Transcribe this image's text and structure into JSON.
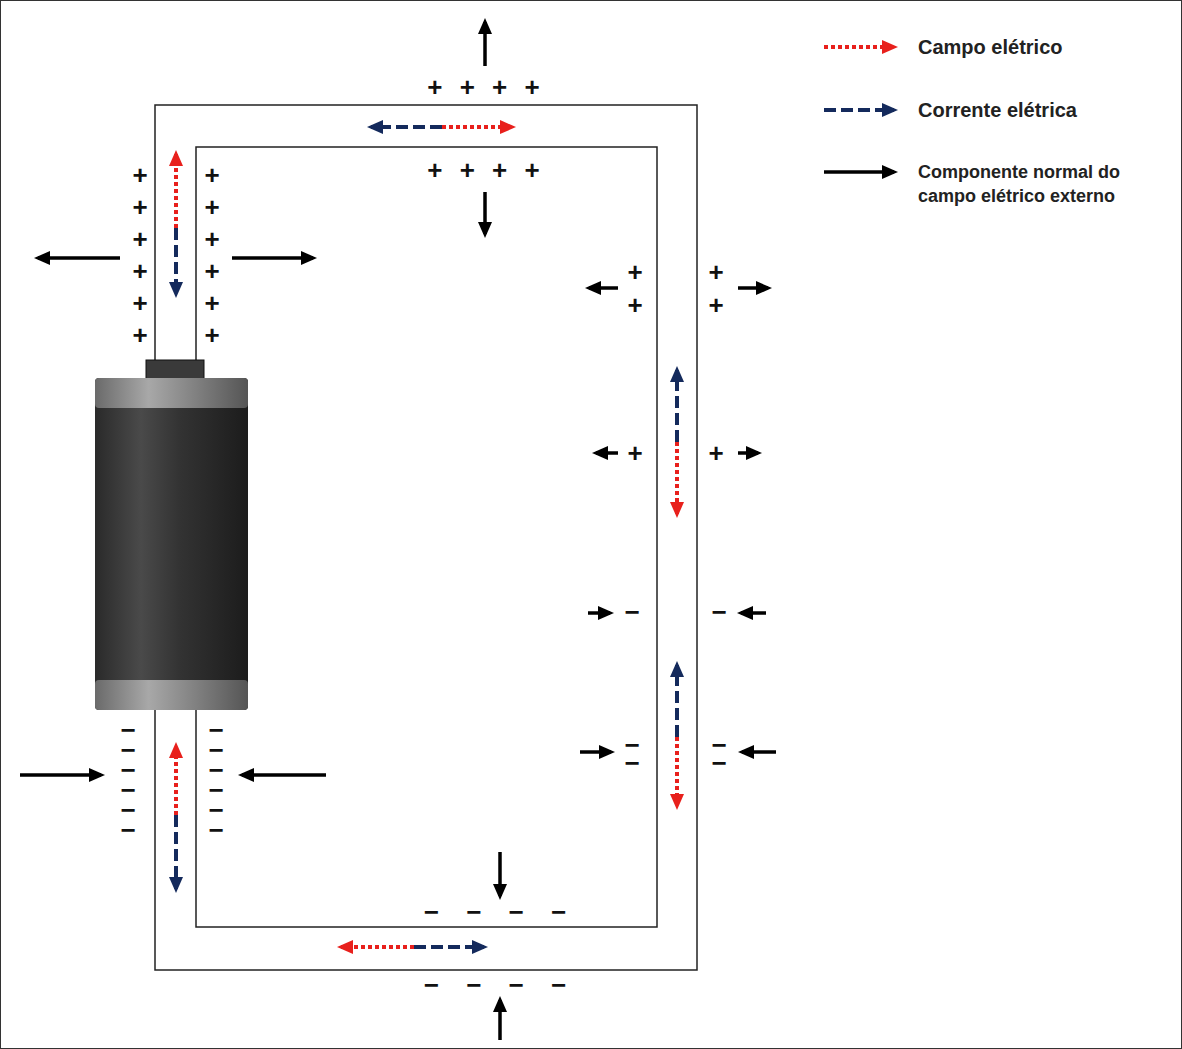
{
  "diagram": {
    "labels": [
      "+ + + +",
      "+ + + +",
      "+ + + + + +",
      "+ + + + + +",
      "+ +",
      "+ +",
      "+",
      "+",
      "−",
      "−",
      "− −",
      "− −",
      "− − − − − −",
      "− − − − − −",
      "− − − −",
      "− − − −"
    ],
    "legend": [
      {
        "text": "Campo elétrico"
      },
      {
        "text": "Corrente elétrica"
      },
      {
        "text": "Componente normal do campo elétrico externo"
      }
    ]
  }
}
